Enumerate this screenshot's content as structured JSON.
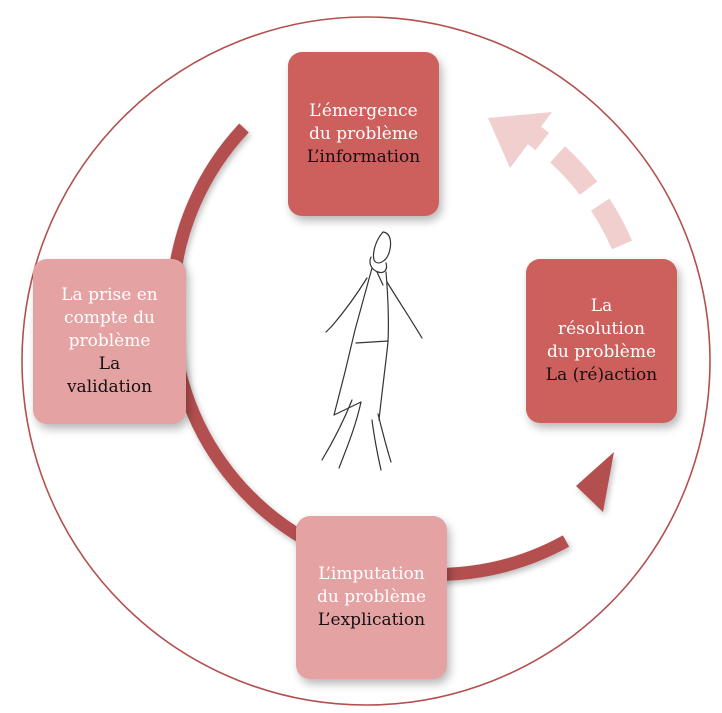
{
  "diagram": {
    "colors": {
      "dark_box": "#cd5f5d",
      "light_box": "#e5a2a3",
      "arrow": "#b3504f",
      "dashed_arrow": "#f2cfcf",
      "outer_circle": "#b3504f"
    },
    "steps": [
      {
        "key": "emergence",
        "primary": [
          "L’émergence",
          "du problème"
        ],
        "secondary": [
          "L’information"
        ],
        "color": "dark"
      },
      {
        "key": "resolution",
        "primary": [
          "La",
          "résolution",
          "du problème"
        ],
        "secondary": [
          "La (ré)action"
        ],
        "color": "dark"
      },
      {
        "key": "imputation",
        "primary": [
          "L’imputation",
          "du problème"
        ],
        "secondary": [
          "L’explication"
        ],
        "color": "light"
      },
      {
        "key": "prise",
        "primary": [
          "La prise en",
          "compte du",
          "problème"
        ],
        "secondary": [
          "La",
          "validation"
        ],
        "color": "light"
      }
    ],
    "center_figure": "walking-person-sketch"
  }
}
